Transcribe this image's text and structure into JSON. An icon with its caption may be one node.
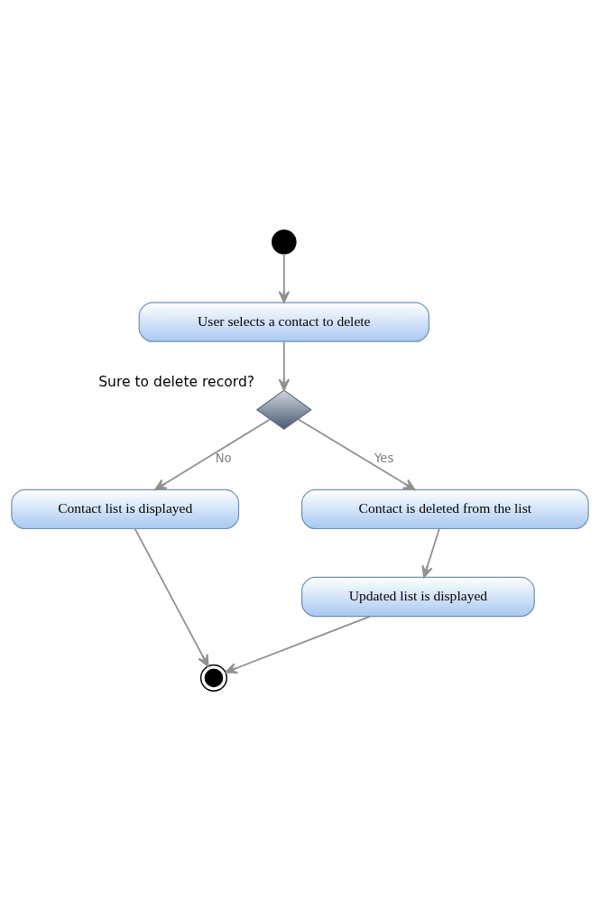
{
  "diagram": {
    "nodes": [
      {
        "text": [],
        "shape": "circle"
      },
      {
        "text": [
          "User selects a contact to delete"
        ]
      },
      {
        "text": [],
        "shape": "diamond",
        "beside": [
          "Sure to delete record?"
        ]
      },
      {
        "text": [
          "Contact list is displayed"
        ]
      },
      {
        "text": [
          "Contact is deleted from the list"
        ]
      },
      {
        "text": [
          "Updated list is displayed"
        ]
      },
      {
        "text": [],
        "shape": "circle"
      }
    ],
    "edges": [
      {
        "from": 0,
        "to": 1,
        "arrow": "to"
      },
      {
        "from": 1,
        "to": 2,
        "arrow": "to"
      },
      {
        "from": 2,
        "to": 3,
        "arrow": "to",
        "label": "No"
      },
      {
        "from": 2,
        "to": 4,
        "arrow": "to",
        "label": "Yes"
      },
      {
        "from": 4,
        "to": 5,
        "arrow": "to"
      },
      {
        "from": 5,
        "to": 6,
        "arrow": "to"
      },
      {
        "from": 3,
        "to": 6,
        "arrow": "to"
      }
    ]
  }
}
